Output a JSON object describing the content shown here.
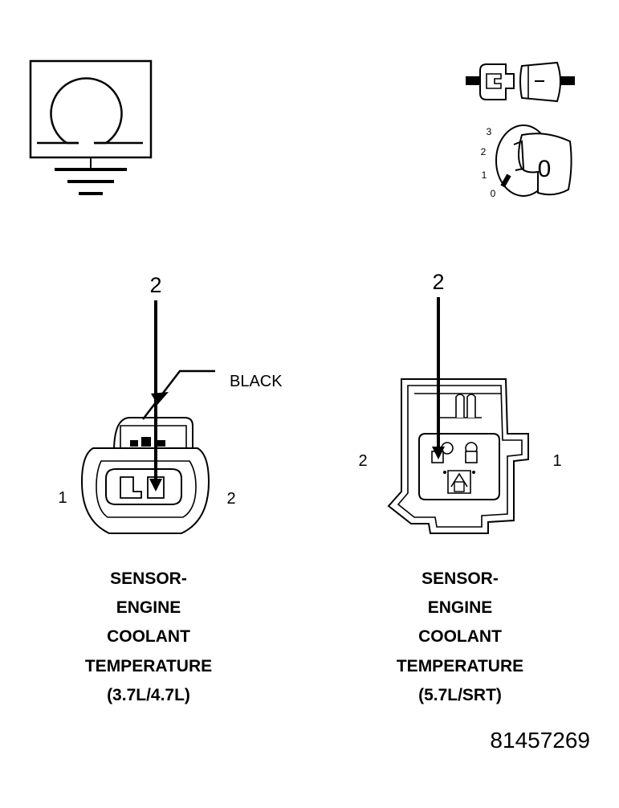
{
  "ignition_dial": {
    "positions": [
      "3",
      "2",
      "1",
      "0"
    ],
    "selected": "0"
  },
  "left_connector": {
    "pin_callout": "2",
    "color_label": "BLACK",
    "side_left": "1",
    "side_right": "2",
    "caption": [
      "SENSOR-",
      "ENGINE",
      "COOLANT",
      "TEMPERATURE",
      "(3.7L/4.7L)"
    ]
  },
  "right_connector": {
    "pin_callout": "2",
    "side_left": "2",
    "side_right": "1",
    "caption": [
      "SENSOR-",
      "ENGINE",
      "COOLANT",
      "TEMPERATURE",
      "(5.7L/SRT)"
    ]
  },
  "figure_number": "81457269",
  "colors": {
    "stroke": "#000000",
    "background": "#ffffff"
  }
}
